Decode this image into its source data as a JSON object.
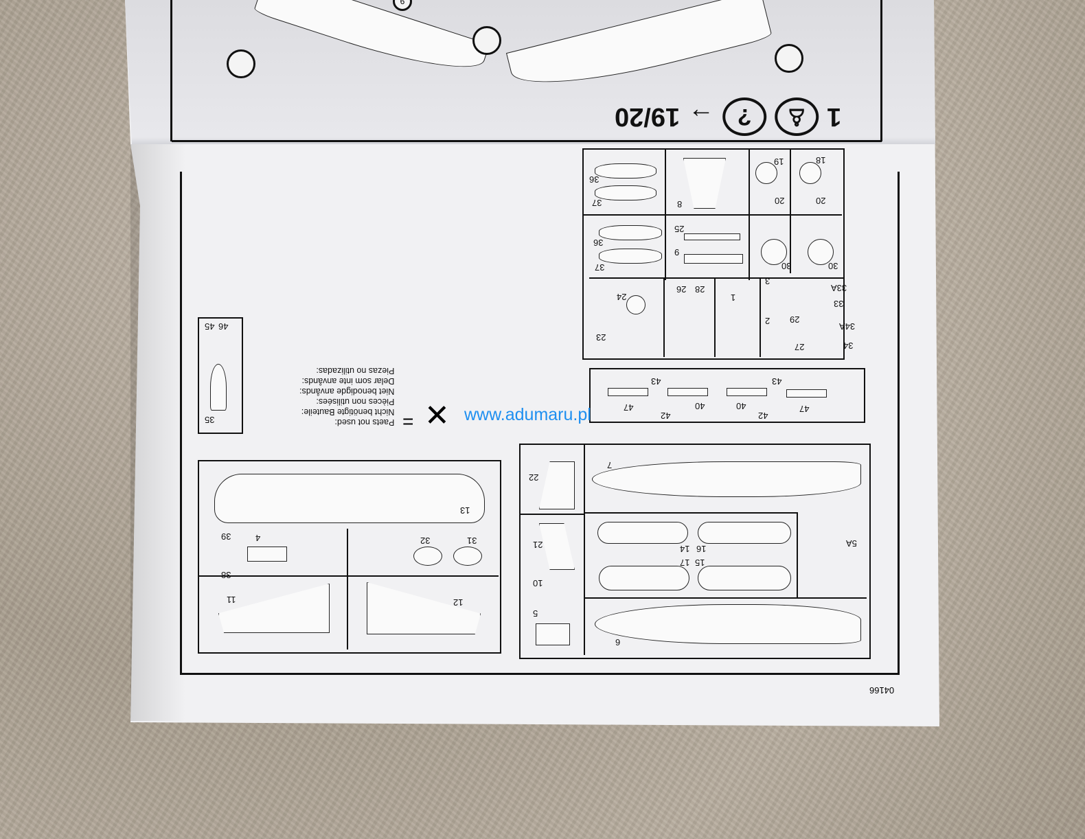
{
  "step": {
    "number": "1",
    "arrow": "→",
    "target": "19/20",
    "help_icon": "question-circle",
    "tool_icon": "glue-tube"
  },
  "unused_note": [
    "Paets not used:",
    "Nicht benötigte Bauteile:",
    "Pièces non utilisées:",
    "Niet benodigde anvånds:",
    "Delar som inte anvånds:",
    "Piezas no utilizadas:"
  ],
  "unused_symbol": "=",
  "watermark": "www.adumaru.pl",
  "code": "04166",
  "parts": {
    "sprue_a": [
      "36",
      "37",
      "8",
      "19",
      "18",
      "20",
      "20",
      "36",
      "37",
      "25",
      "9",
      "30",
      "30",
      "24",
      "23",
      "26",
      "28",
      "1",
      "3",
      "33A",
      "33",
      "2",
      "29",
      "34A",
      "27",
      "34"
    ],
    "sprue_b": [
      "43",
      "43",
      "47",
      "40",
      "40",
      "42",
      "42",
      "47"
    ],
    "sprue_c": [
      "45",
      "46",
      "35"
    ],
    "sprue_d": [
      "7",
      "22",
      "21",
      "5A",
      "17",
      "15",
      "14",
      "16",
      "10",
      "5",
      "6"
    ],
    "sprue_e": [
      "13",
      "39",
      "4",
      "38",
      "32",
      "31",
      "11",
      "12"
    ],
    "callout": "6"
  }
}
